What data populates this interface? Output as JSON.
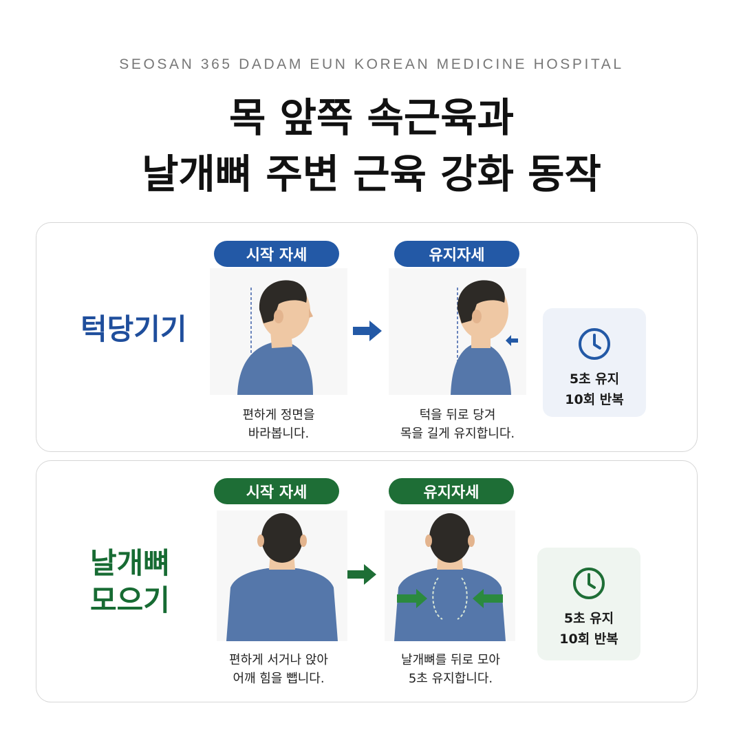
{
  "header": {
    "hospital": "SEOSAN 365 DADAM EUN KOREAN MEDICINE HOSPITAL",
    "title_line1": "목 앞쪽 속근육과",
    "title_line2": "날개뼈 주변 근육 강화 동작"
  },
  "colors": {
    "blue": "#2359a6",
    "blue_text": "#1f4e9c",
    "green": "#1e6e36",
    "green_text": "#176b33",
    "shirt": "#5577aa"
  },
  "exercises": [
    {
      "name_lines": [
        "턱당기기"
      ],
      "start_label": "시작 자세",
      "hold_label": "유지자세",
      "start_caption": [
        "편하게 정면을",
        "바라봅니다."
      ],
      "hold_caption": [
        "턱을 뒤로 당겨",
        "목을 길게 유지합니다."
      ],
      "timer": [
        "5초 유지",
        "10회 반복"
      ],
      "icons": {
        "transition": "arrow-right-icon",
        "timer": "clock-icon",
        "cue": "arrow-left-icon"
      }
    },
    {
      "name_lines": [
        "날개뼈",
        "모으기"
      ],
      "start_label": "시작 자세",
      "hold_label": "유지자세",
      "start_caption": [
        "편하게 서거나 앉아",
        "어깨 힘을 뺍니다."
      ],
      "hold_caption": [
        "날개뼈를 뒤로 모아",
        "5초 유지합니다."
      ],
      "timer": [
        "5초 유지",
        "10회 반복"
      ],
      "icons": {
        "transition": "arrow-right-icon",
        "timer": "clock-icon",
        "cue": "inward-arrows-icon"
      }
    }
  ]
}
